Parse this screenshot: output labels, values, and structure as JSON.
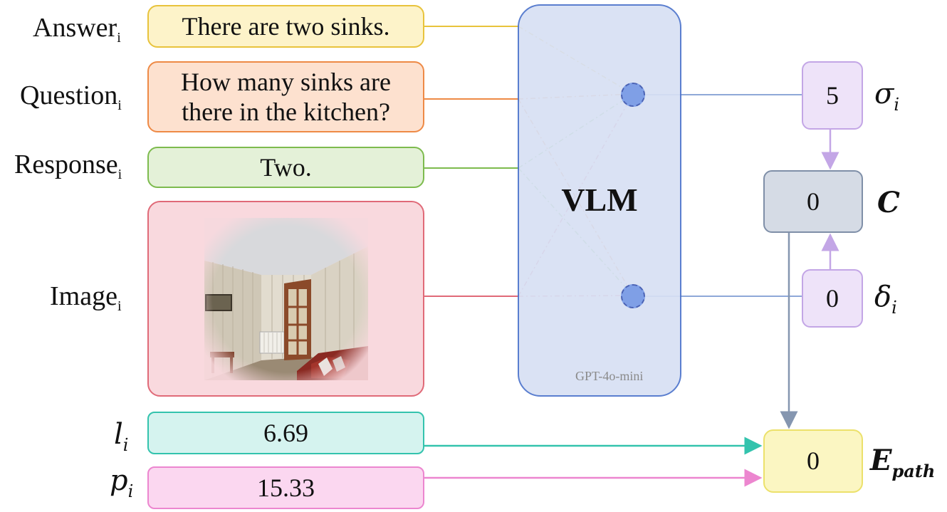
{
  "inputs": {
    "answer": {
      "label": "Answer",
      "sub": "i",
      "value": "There are two sinks."
    },
    "question": {
      "label": "Question",
      "sub": "i",
      "value_line1": "How many sinks are",
      "value_line2": "there in the kitchen?"
    },
    "response": {
      "label": "Response",
      "sub": "i",
      "value": "Two."
    },
    "image": {
      "label": "Image",
      "sub": "i"
    },
    "l": {
      "label": "l",
      "sub": "i",
      "value": "6.69"
    },
    "p": {
      "label": "p",
      "sub": "i",
      "value": "15.33"
    }
  },
  "vlm": {
    "title": "VLM",
    "model": "GPT-4o-mini"
  },
  "outputs": {
    "sigma": {
      "symbol": "σ",
      "sub": "i",
      "value": "5"
    },
    "delta": {
      "symbol": "δ",
      "sub": "i",
      "value": "0"
    },
    "c": {
      "symbol": "C",
      "value": "0"
    },
    "e_path": {
      "symbol": "E",
      "sub": "path",
      "value": "0"
    }
  },
  "colors": {
    "answer_fill": "#fdf3c9",
    "answer_border": "#e8c33c",
    "question_fill": "#fde1cf",
    "question_border": "#ee8a46",
    "response_fill": "#e4f1d8",
    "response_border": "#7dbb4e",
    "image_fill": "#f9d9de",
    "image_border": "#e06a78",
    "l_fill": "#d5f3ef",
    "l_border": "#33c3ad",
    "p_fill": "#fbd7f0",
    "p_border": "#ec86cf",
    "vlm_fill": "#d7e0f4",
    "vlm_border": "#4d74cc",
    "purple_fill": "#eee3f9",
    "purple_border": "#c3a6e6",
    "c_fill": "#d5dbe5",
    "c_border": "#7f8fa8",
    "e_fill": "#fbf6c2",
    "e_border": "#ece16b"
  }
}
